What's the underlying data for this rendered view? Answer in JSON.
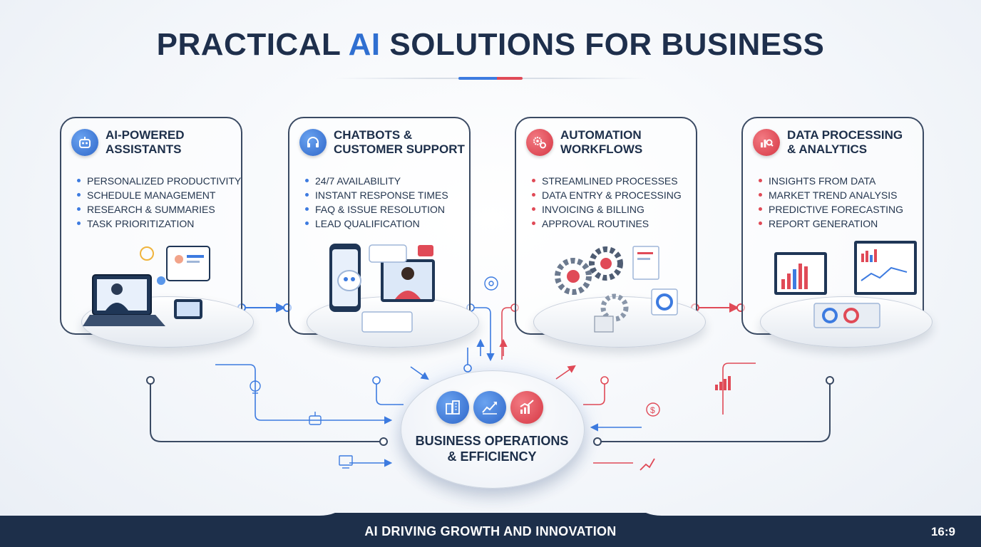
{
  "title": {
    "prefix": "PRACTICAL ",
    "accent": "AI",
    "suffix": " SOLUTIONS FOR BUSINESS"
  },
  "cards": [
    {
      "title_line1": "AI-POWERED",
      "title_line2": "ASSISTANTS",
      "icon": "robot-icon",
      "accent": "#2e66c9",
      "items": [
        "PERSONALIZED PRODUCTIVITY",
        "SCHEDULE MANAGEMENT",
        "RESEARCH & SUMMARIES",
        "TASK PRIORITIZATION"
      ]
    },
    {
      "title_line1": "CHATBOTS &",
      "title_line2": "CUSTOMER SUPPORT",
      "icon": "headset-icon",
      "accent": "#2e66c9",
      "items": [
        "24/7 AVAILABILITY",
        "INSTANT RESPONSE TIMES",
        "FAQ & ISSUE RESOLUTION",
        "LEAD QUALIFICATION"
      ]
    },
    {
      "title_line1": "AUTOMATION",
      "title_line2": "WORKFLOWS",
      "icon": "gears-icon",
      "accent": "#d63744",
      "items": [
        "STREAMLINED PROCESSES",
        "DATA ENTRY & PROCESSING",
        "INVOICING & BILLING",
        "APPROVAL ROUTINES"
      ]
    },
    {
      "title_line1": "DATA PROCESSING",
      "title_line2": "& ANALYTICS",
      "icon": "bar-chart-search-icon",
      "accent": "#d63744",
      "items": [
        "INSIGHTS FROM DATA",
        "MARKET TREND ANALYSIS",
        "PREDICTIVE FORECASTING",
        "REPORT GENERATION"
      ]
    }
  ],
  "hub": {
    "line1": "BUSINESS OPERATIONS",
    "line2": "& EFFICIENCY",
    "icons": [
      "buildings-icon",
      "growth-chart-icon",
      "trend-up-icon"
    ]
  },
  "footer": {
    "text": "AI DRIVING GROWTH AND INNOVATION",
    "ratio": "16:9"
  },
  "colors": {
    "navy": "#1d2f4a",
    "blue": "#3d7be0",
    "red": "#e04a57"
  }
}
